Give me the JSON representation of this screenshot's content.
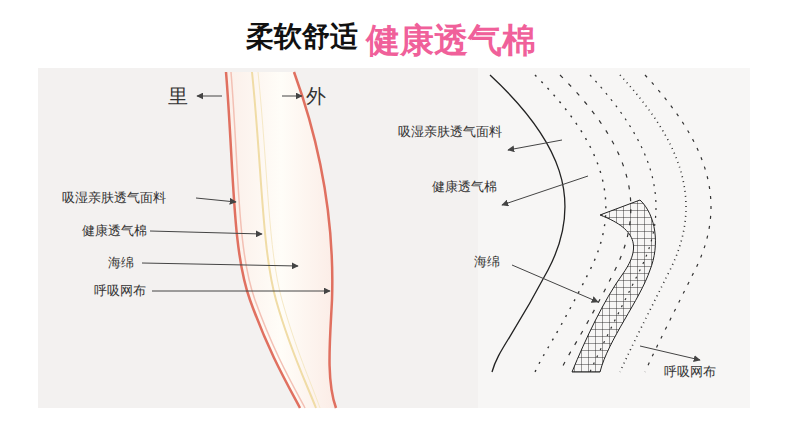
{
  "diagram": {
    "title": "柔软舒适",
    "labels": [
      "健康透气棉",
      "里",
      "外",
      "吸湿亲肤透气面料",
      "健康透气棉",
      "海绵",
      "呼吸网布",
      "吸湿亲肤透气面料",
      "健康透气棉",
      "海绵",
      "呼吸网布"
    ]
  }
}
